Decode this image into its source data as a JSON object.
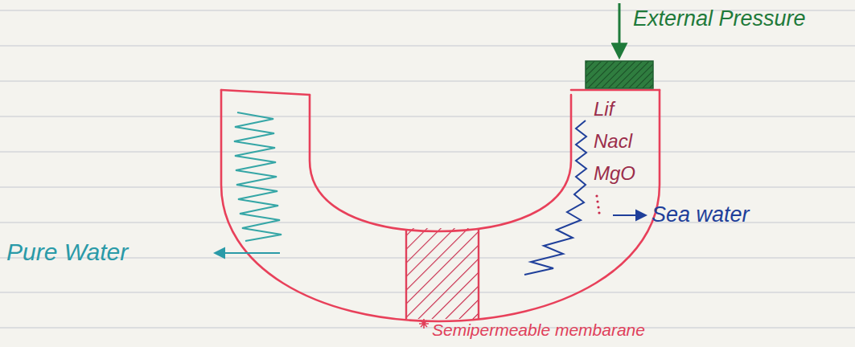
{
  "diagram": {
    "labels": [
      "External Pressure",
      "Lif",
      "Nacl",
      "MgO",
      "Sea water",
      "Pure Water",
      "Semipermeable membarane"
    ]
  }
}
